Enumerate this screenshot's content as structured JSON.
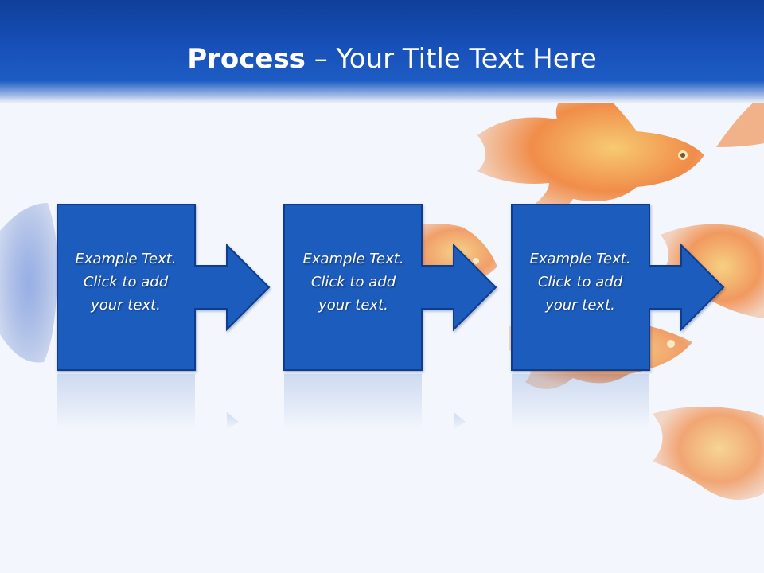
{
  "slide": {
    "title_bold": "Process",
    "title_rest": " – Your Title Text Here"
  },
  "steps": [
    {
      "line1": "Example Text.",
      "line2": "Click  to add",
      "line3": "your text."
    },
    {
      "line1": "Example Text.",
      "line2": "Click  to add",
      "line3": "your text."
    },
    {
      "line1": "Example Text.",
      "line2": "Click  to add",
      "line3": "your text."
    }
  ],
  "colors": {
    "header_blue": "#1750b8",
    "step_blue": "#1f5bbd",
    "background": "#f3f6fc",
    "goldfish": "#f07a2a"
  }
}
